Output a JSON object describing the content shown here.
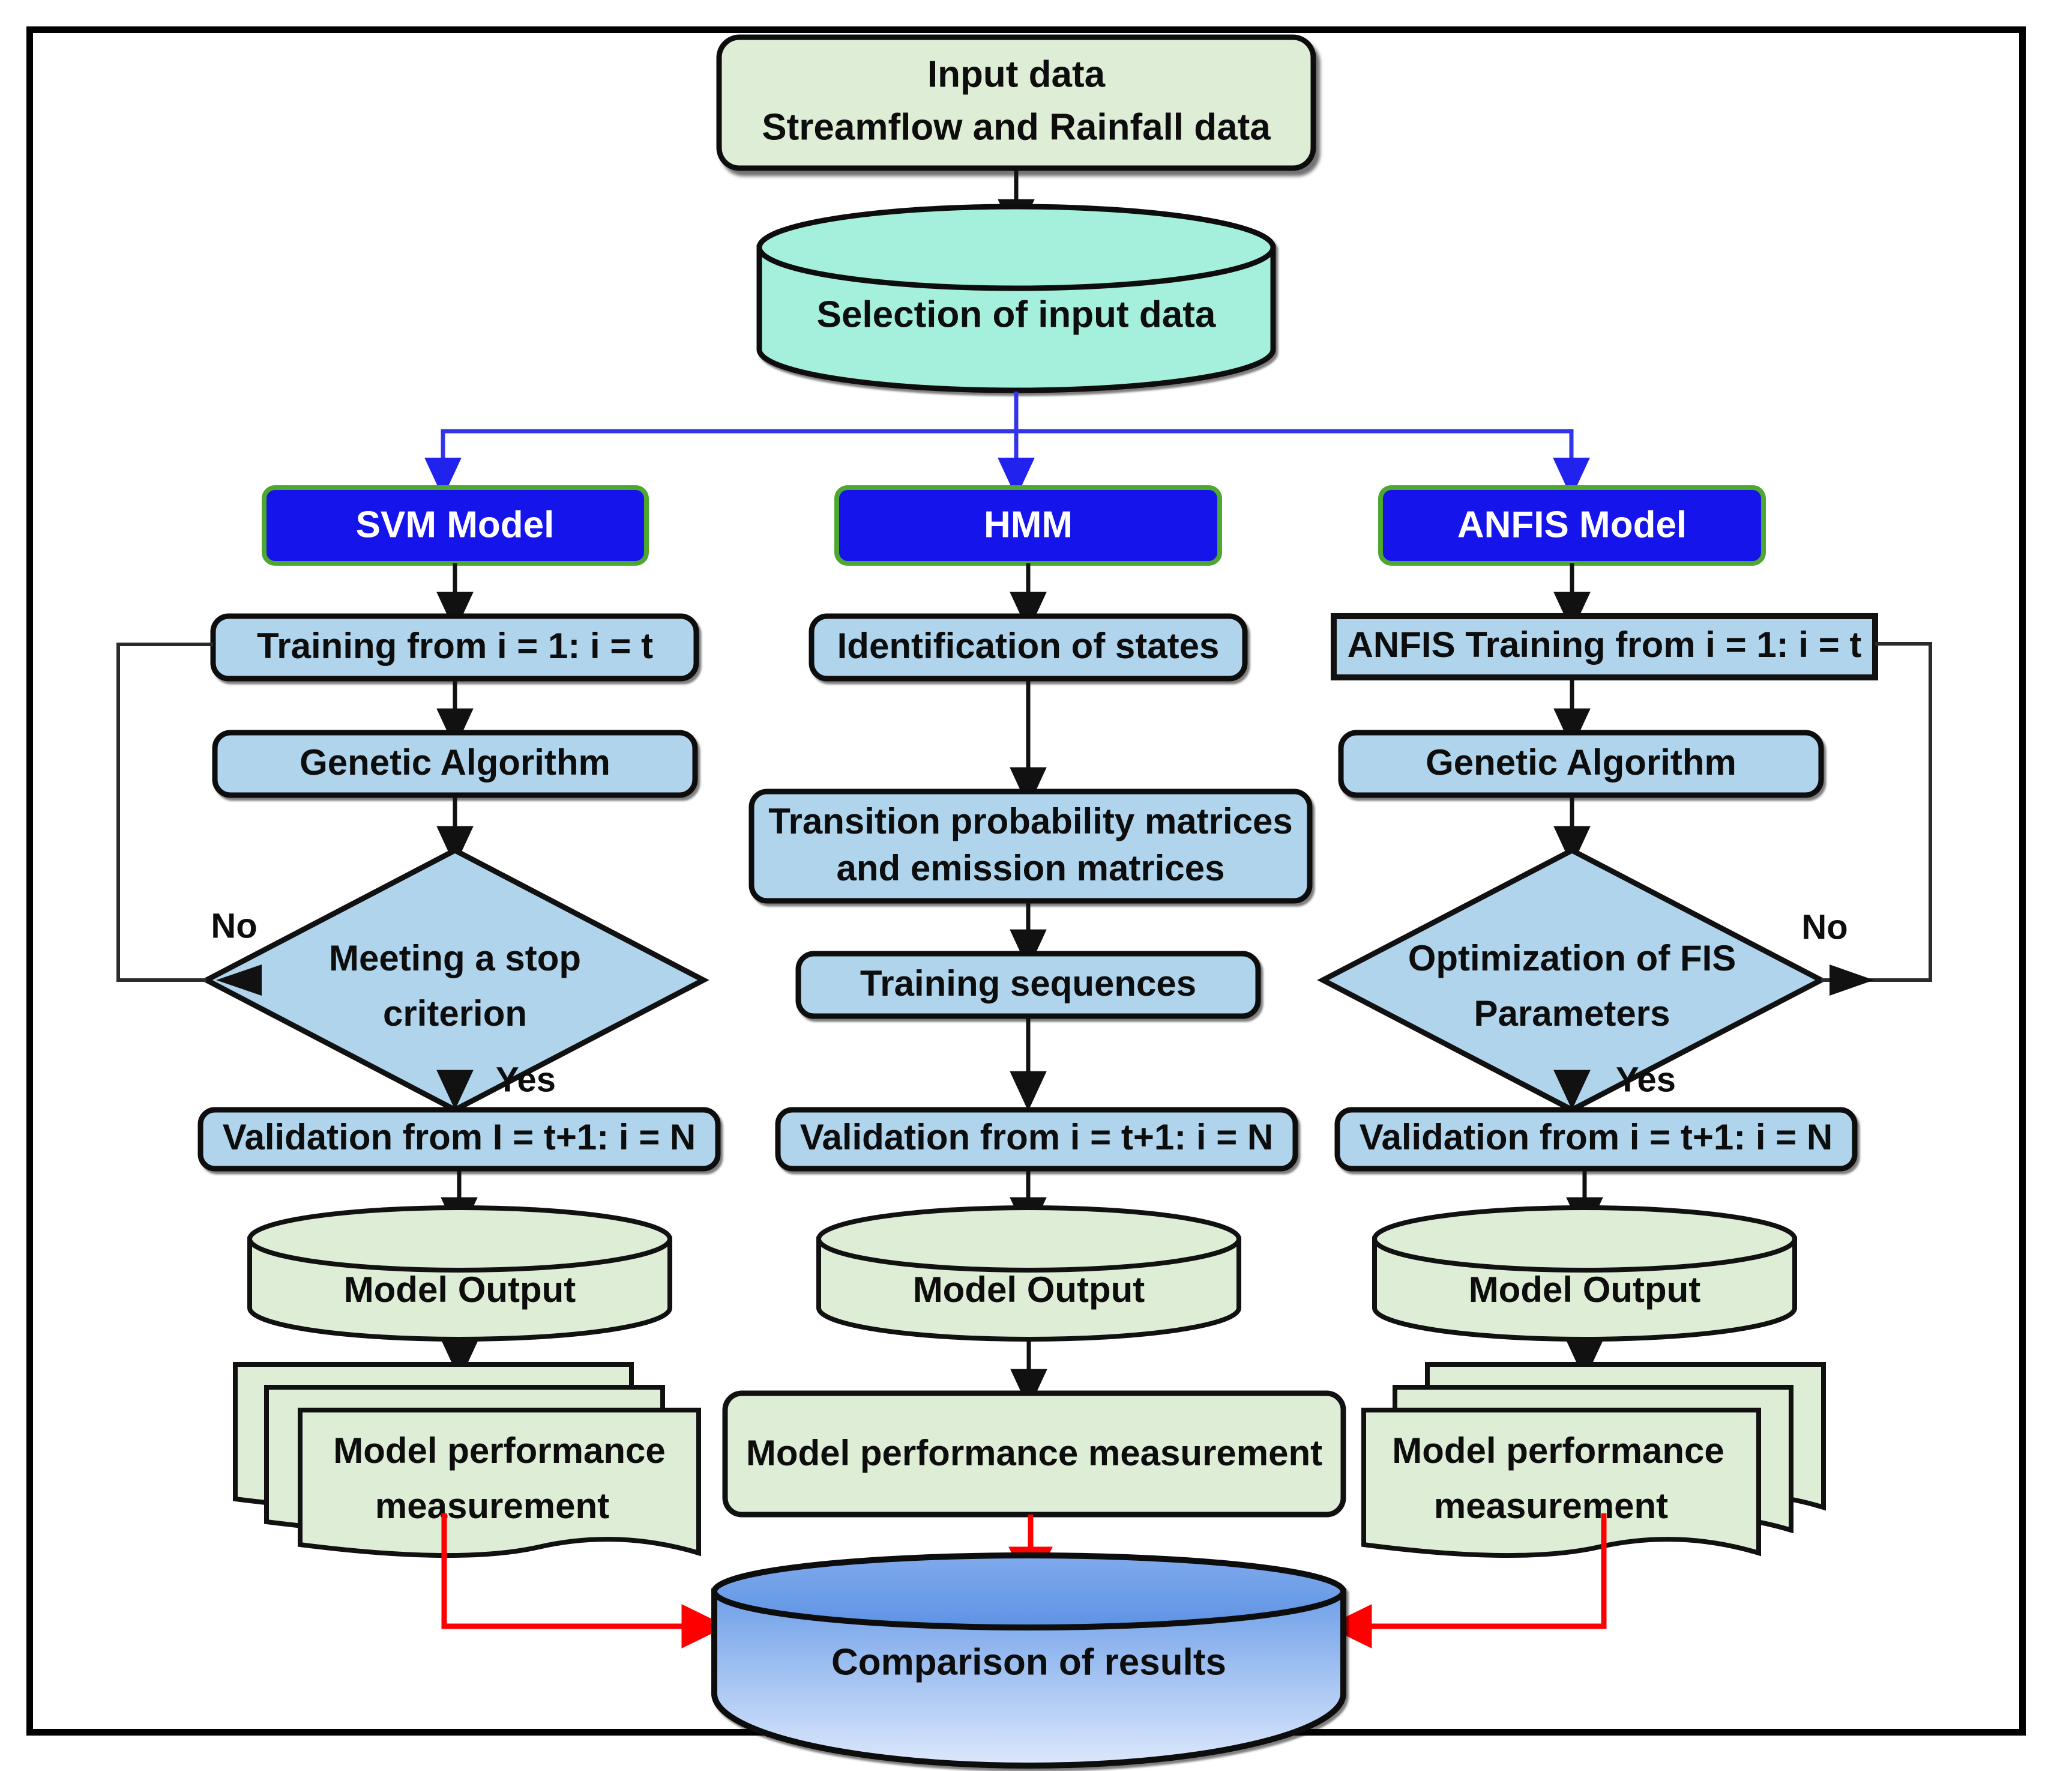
{
  "diagram": {
    "title": "Methodology flowchart for SVM, HMM and ANFIS streamflow modelling",
    "colors": {
      "light_green": "#DEEDD6",
      "light_blue": "#AFD4EC",
      "cyan": "#A5F0DC",
      "royal_blue": "#1414EB",
      "blue_arrow": "#3333EE",
      "red_arrow": "#FF0000",
      "outline_black": "#111111",
      "green_outline": "#4EA72E",
      "comparison_blue_top": "#6E9FE8",
      "comparison_blue_bottom": "#D4E2FA"
    },
    "nodes": {
      "input_data_line1": "Input data",
      "input_data_line2": "Streamflow and Rainfall data",
      "selection_of_input_data": "Selection of input data",
      "comparison_of_results": "Comparison of results"
    },
    "columns": [
      {
        "id": "svm",
        "header": "SVM Model",
        "steps": [
          {
            "id": "svm-training",
            "label": "Training from i = 1: i = t",
            "shape": "rounded-rect",
            "fill": "light_blue"
          },
          {
            "id": "svm-ga",
            "label": "Genetic Algorithm",
            "shape": "rounded-rect",
            "fill": "light_blue"
          },
          {
            "id": "svm-decision",
            "label_line1": "Meeting a stop",
            "label_line2": "criterion",
            "shape": "diamond",
            "fill": "light_blue"
          },
          {
            "id": "svm-validation",
            "label": "Validation from I = t+1: i = N",
            "shape": "rounded-rect",
            "fill": "light_blue"
          },
          {
            "id": "svm-output",
            "label": "Model  Output",
            "shape": "cylinder",
            "fill": "light_green"
          },
          {
            "id": "svm-perf",
            "label_line1": "Model performance",
            "label_line2": "measurement",
            "shape": "multi-document",
            "fill": "light_green"
          }
        ],
        "decision_labels": {
          "no": "No",
          "yes": "Yes"
        }
      },
      {
        "id": "hmm",
        "header": "HMM",
        "steps": [
          {
            "id": "hmm-states",
            "label": "Identification of states",
            "shape": "rounded-rect",
            "fill": "light_blue"
          },
          {
            "id": "hmm-matrices",
            "label_line1": "Transition probability matrices",
            "label_line2": "and emission matrices",
            "shape": "rounded-rect",
            "fill": "light_blue"
          },
          {
            "id": "hmm-sequences",
            "label": "Training sequences",
            "shape": "rounded-rect",
            "fill": "light_blue"
          },
          {
            "id": "hmm-validation",
            "label": "Validation from i = t+1: i = N",
            "shape": "rounded-rect",
            "fill": "light_blue"
          },
          {
            "id": "hmm-output",
            "label": "Model Output",
            "shape": "cylinder",
            "fill": "light_green"
          },
          {
            "id": "hmm-perf",
            "label": "Model performance measurement",
            "shape": "rounded-rect",
            "fill": "light_green"
          }
        ],
        "decision_labels": {
          "no": "",
          "yes": ""
        }
      },
      {
        "id": "anfis",
        "header": "ANFIS Model",
        "steps": [
          {
            "id": "anfis-training",
            "label": "ANFIS Training from i = 1: i = t",
            "shape": "rect",
            "fill": "light_blue"
          },
          {
            "id": "anfis-ga",
            "label": "Genetic Algorithm",
            "shape": "rounded-rect",
            "fill": "light_blue"
          },
          {
            "id": "anfis-decision",
            "label_line1": "Optimization of FIS",
            "label_line2": "Parameters",
            "shape": "diamond",
            "fill": "light_blue"
          },
          {
            "id": "anfis-validation",
            "label": "Validation from i = t+1: i = N",
            "shape": "rounded-rect",
            "fill": "light_blue"
          },
          {
            "id": "anfis-output",
            "label": "Model  Output",
            "shape": "cylinder",
            "fill": "light_green"
          },
          {
            "id": "anfis-perf",
            "label_line1": "Model performance",
            "label_line2": "measurement",
            "shape": "multi-document",
            "fill": "light_green"
          }
        ],
        "decision_labels": {
          "no": "No",
          "yes": "Yes"
        }
      }
    ]
  }
}
